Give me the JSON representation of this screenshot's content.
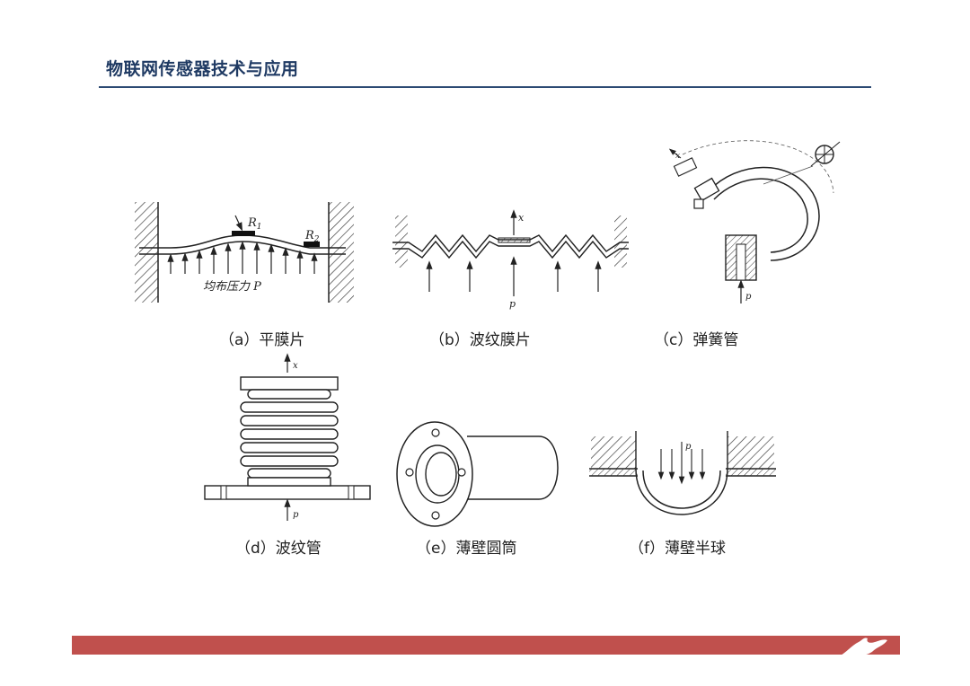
{
  "header": {
    "title": "物联网传感器技术与应用"
  },
  "figures": {
    "a": {
      "caption": "（a）平膜片",
      "label_r1": "R",
      "label_r1_sub": "1",
      "label_r2": "R",
      "label_r2_sub": "2",
      "label_pressure": "均布压力 P"
    },
    "b": {
      "caption": "（b）波纹膜片",
      "label_x": "x",
      "label_p": "p"
    },
    "c": {
      "caption": "（c）弹簧管",
      "label_x": "x",
      "label_p": "p"
    },
    "d": {
      "caption": "（d）波纹管",
      "label_x": "x",
      "label_p": "p"
    },
    "e": {
      "caption": "（e）薄壁圆筒"
    },
    "f": {
      "caption": "（f）薄壁半球",
      "label_p": "p"
    }
  },
  "colors": {
    "title": "#1f3a63",
    "rule": "#2c4a73",
    "footer": "#c0504d"
  }
}
